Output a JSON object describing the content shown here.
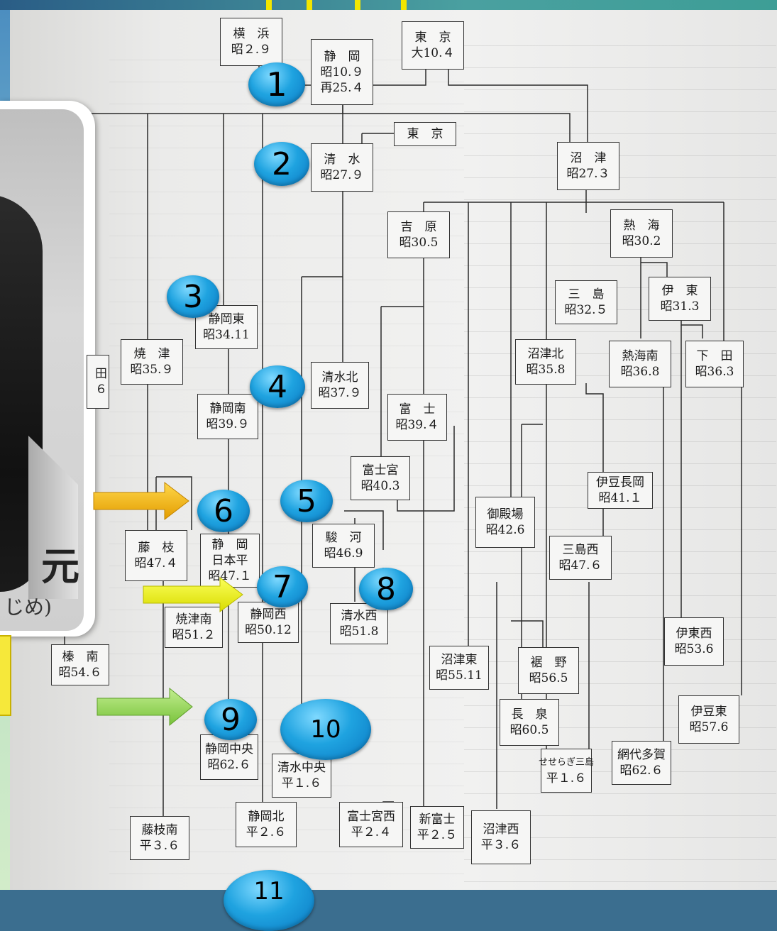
{
  "nodes": [
    {
      "id": "yokohama",
      "name": "横　浜",
      "date": "昭２.９"
    },
    {
      "id": "shizuoka",
      "name": "静　岡",
      "date": "昭10.９",
      "extra": "再25.４"
    },
    {
      "id": "tokyo1",
      "name": "東　京",
      "date": "大10.４"
    },
    {
      "id": "tokyo2",
      "name": "東　京",
      "date": ""
    },
    {
      "id": "shimizu",
      "name": "清　水",
      "date": "昭27.９"
    },
    {
      "id": "numazu",
      "name": "沼　津",
      "date": "昭27.３"
    },
    {
      "id": "yoshiwara",
      "name": "吉　原",
      "date": "昭30.5"
    },
    {
      "id": "atami",
      "name": "熱　海",
      "date": "昭30.2"
    },
    {
      "id": "mishima",
      "name": "三　島",
      "date": "昭32.５"
    },
    {
      "id": "ito",
      "name": "伊　東",
      "date": "昭31.3"
    },
    {
      "id": "shizuoka_higashi",
      "name": "静岡東",
      "date": "昭34.11"
    },
    {
      "id": "yaizu",
      "name": "焼　津",
      "date": "昭35.９"
    },
    {
      "id": "shimizu_kita",
      "name": "清水北",
      "date": "昭37.９"
    },
    {
      "id": "numazu_kita",
      "name": "沼津北",
      "date": "昭35.8"
    },
    {
      "id": "atami_minami",
      "name": "熱海南",
      "date": "昭36.8"
    },
    {
      "id": "shimoda",
      "name": "下　田",
      "date": "昭36.3"
    },
    {
      "id": "shizuoka_minami",
      "name": "静岡南",
      "date": "昭39.９"
    },
    {
      "id": "fuji",
      "name": "富　士",
      "date": "昭39.４"
    },
    {
      "id": "fujinomiya",
      "name": "富士宮",
      "date": "昭40.3"
    },
    {
      "id": "gotemba",
      "name": "御殿場",
      "date": "昭42.6"
    },
    {
      "id": "izu_nagaoka",
      "name": "伊豆長岡",
      "date": "昭41.１"
    },
    {
      "id": "fujieda",
      "name": "藤　枝",
      "date": "昭47.４"
    },
    {
      "id": "shizuoka_nihondaira",
      "name": "静　岡",
      "date": "日本平",
      "extra": "昭47.１"
    },
    {
      "id": "suruga",
      "name": "駿　河",
      "date": "昭46.9"
    },
    {
      "id": "mishima_nishi",
      "name": "三島西",
      "date": "昭47.６"
    },
    {
      "id": "yaizu_minami",
      "name": "焼津南",
      "date": "昭51.２"
    },
    {
      "id": "shizuoka_nishi",
      "name": "静岡西",
      "date": "昭50.12"
    },
    {
      "id": "shimizu_nishi",
      "name": "清水西",
      "date": "昭51.8"
    },
    {
      "id": "hai_minami",
      "name": "榛　南",
      "date": "昭54.６"
    },
    {
      "id": "numazu_higashi",
      "name": "沼津東",
      "date": "昭55.11"
    },
    {
      "id": "susono",
      "name": "裾　野",
      "date": "昭56.5"
    },
    {
      "id": "ito_nishi",
      "name": "伊東西",
      "date": "昭53.6"
    },
    {
      "id": "izu_higashi",
      "name": "伊豆東",
      "date": "昭57.6"
    },
    {
      "id": "nagaizumi",
      "name": "長　泉",
      "date": "昭60.5"
    },
    {
      "id": "shizuoka_chuo",
      "name": "静岡中央",
      "date": "昭62.６"
    },
    {
      "id": "shimizu_chuo",
      "name": "清水中央",
      "date": "平１.６"
    },
    {
      "id": "seseragi_mishima",
      "name": "せせらぎ三島",
      "date": "平１.６"
    },
    {
      "id": "ajiro_taga",
      "name": "網代多賀",
      "date": "昭62.６"
    },
    {
      "id": "shizuoka_kita",
      "name": "静岡北",
      "date": "平２.６"
    },
    {
      "id": "fujinomiya_nishi",
      "name": "富士宮西",
      "date": "平２.４"
    },
    {
      "id": "shin_fuji",
      "name": "新富士",
      "date": "平２.５"
    },
    {
      "id": "numazu_nishi",
      "name": "沼津西",
      "date": "平３.６"
    },
    {
      "id": "fujieda_minami",
      "name": "藤枝南",
      "date": "平３.６"
    },
    {
      "id": "clipped",
      "name": "田",
      "date": "６"
    }
  ],
  "badges": [
    "1",
    "2",
    "3",
    "4",
    "5",
    "6",
    "7",
    "8",
    "9",
    "10",
    "11"
  ],
  "photo": {
    "kanji": "元",
    "reading": "じめ)"
  },
  "colors": {
    "badge": "#1fa3e0",
    "arrow_orange": "#f2b300",
    "arrow_yellow": "#eef000",
    "arrow_green": "#8fd14f",
    "paper": "#efefee"
  }
}
